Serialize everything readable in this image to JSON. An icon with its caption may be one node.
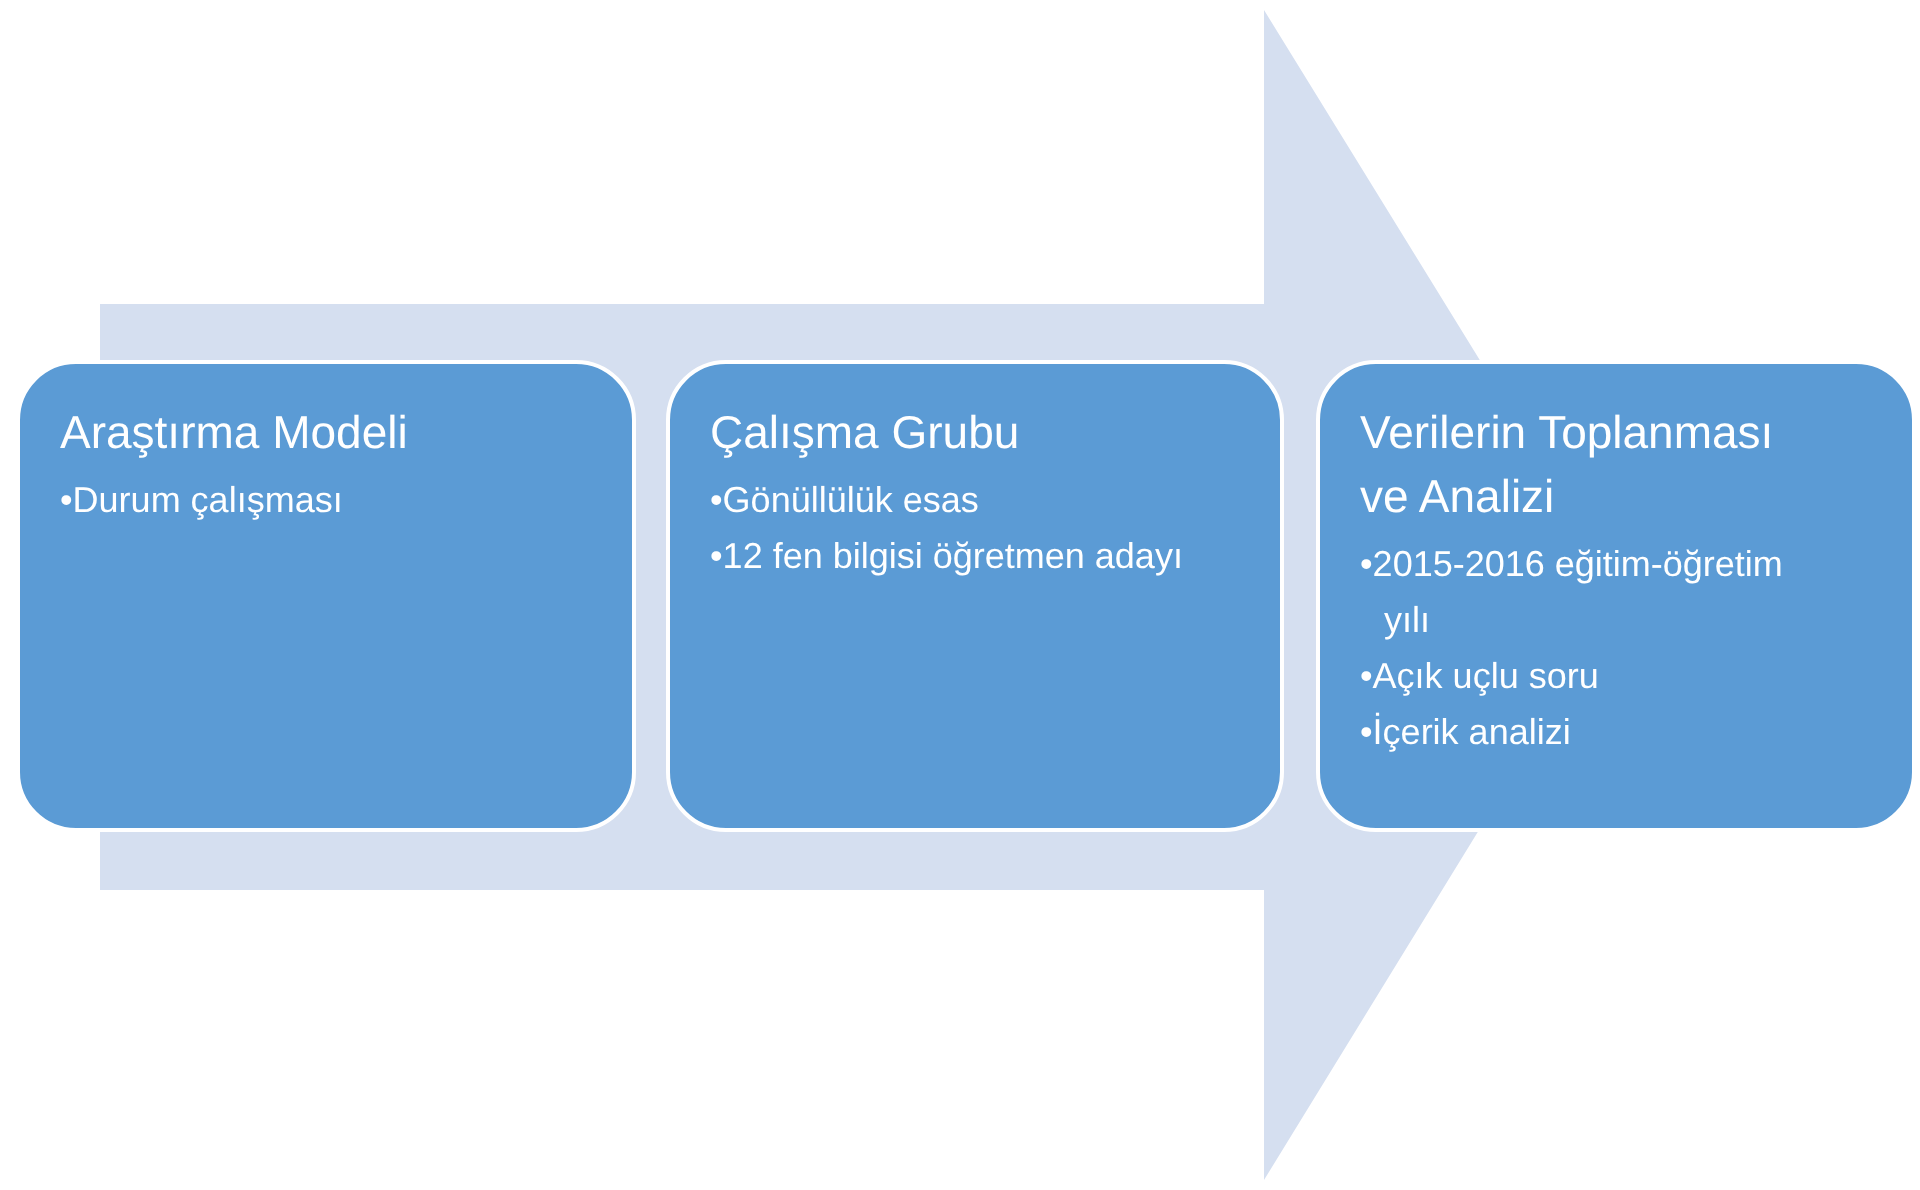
{
  "diagram": {
    "nodes": [
      {
        "text": [
          "Araştırma Modeli",
          "•Durum çalışması"
        ]
      },
      {
        "text": [
          "Çalışma Grubu",
          "•Gönüllülük esas",
          "•12 fen bilgisi öğretmen adayı"
        ]
      },
      {
        "text": [
          "Verilerin Toplanması ve Analizi",
          "•2015-2016 eğitim-öğretim yılı",
          "•Açık uçlu soru",
          "•İçerik analizi"
        ]
      }
    ],
    "edges": [
      {
        "from": 0,
        "to": 2,
        "arrow": "to"
      }
    ]
  }
}
